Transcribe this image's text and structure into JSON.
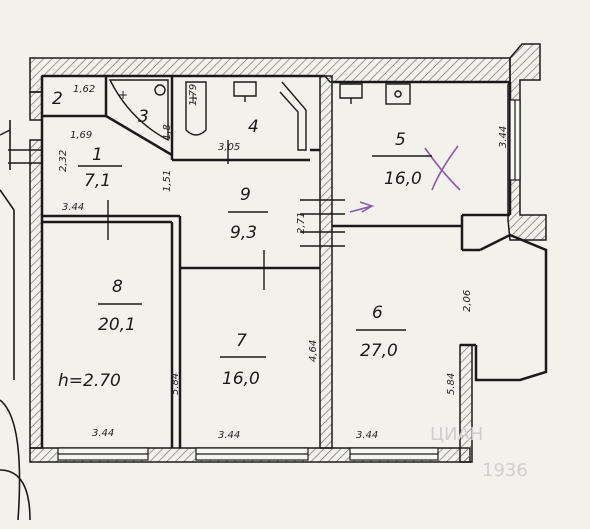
{
  "rooms": [
    {
      "id": "1",
      "number": "1",
      "area": "7,1"
    },
    {
      "id": "2",
      "number": "2",
      "area": ""
    },
    {
      "id": "3",
      "number": "3",
      "area": ""
    },
    {
      "id": "4",
      "number": "4",
      "area": ""
    },
    {
      "id": "5",
      "number": "5",
      "area": "16,0"
    },
    {
      "id": "6",
      "number": "6",
      "area": "27,0"
    },
    {
      "id": "7",
      "number": "7",
      "area": "16,0"
    },
    {
      "id": "8",
      "number": "8",
      "area": "20,1"
    },
    {
      "id": "9",
      "number": "9",
      "area": "9,3"
    }
  ],
  "dimensions": {
    "d_1_62": "1,62",
    "d_1_79": "1,79",
    "d_1_69": "1,69",
    "d_1_8": "1,8",
    "d_3_05": "3,05",
    "d_2_32": "2,32",
    "d_1_51": "1,51",
    "d_3_44_room1": "3.44",
    "d_3_44_room5": "3.44",
    "d_2_71": "2,71",
    "d_2_06": "2,06",
    "d_5_84_room8": "5.84",
    "d_4_64": "4,64",
    "d_5_84_room6": "5.84",
    "d_3_44_room8": "3.44",
    "d_3_44_room7": "3.44",
    "d_3_44_room6": "3.44"
  },
  "ceiling_height": "h=2.70",
  "watermark": "ЦИАН",
  "watermark_id": "1936",
  "colors": {
    "wall": "#1a1a1a",
    "paper": "#f2f1ec",
    "hatch": "#6a6a6a",
    "pen": "#8a5aa6"
  }
}
